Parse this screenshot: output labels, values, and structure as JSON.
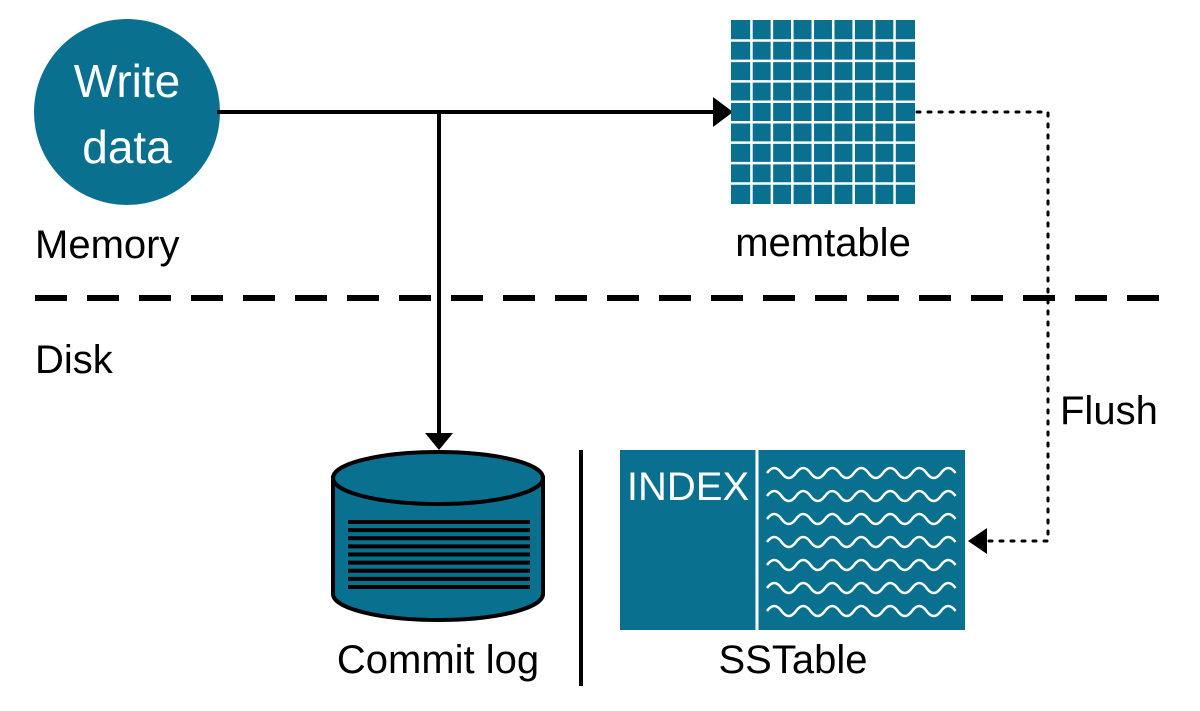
{
  "colors": {
    "primary": "#0a7090",
    "line": "#000000",
    "background": "#ffffff",
    "inner_line": "#ffffff"
  },
  "write_data": {
    "line1": "Write",
    "line2": "data"
  },
  "sections": {
    "memory_label": "Memory",
    "disk_label": "Disk"
  },
  "memtable": {
    "label": "memtable",
    "grid_rows": 9,
    "grid_cols": 9
  },
  "commit_log": {
    "label": "Commit log",
    "stripe_count": 9
  },
  "sstable": {
    "index_label": "INDEX",
    "label": "SSTable",
    "wave_rows": 7
  },
  "flush": {
    "label": "Flush"
  }
}
